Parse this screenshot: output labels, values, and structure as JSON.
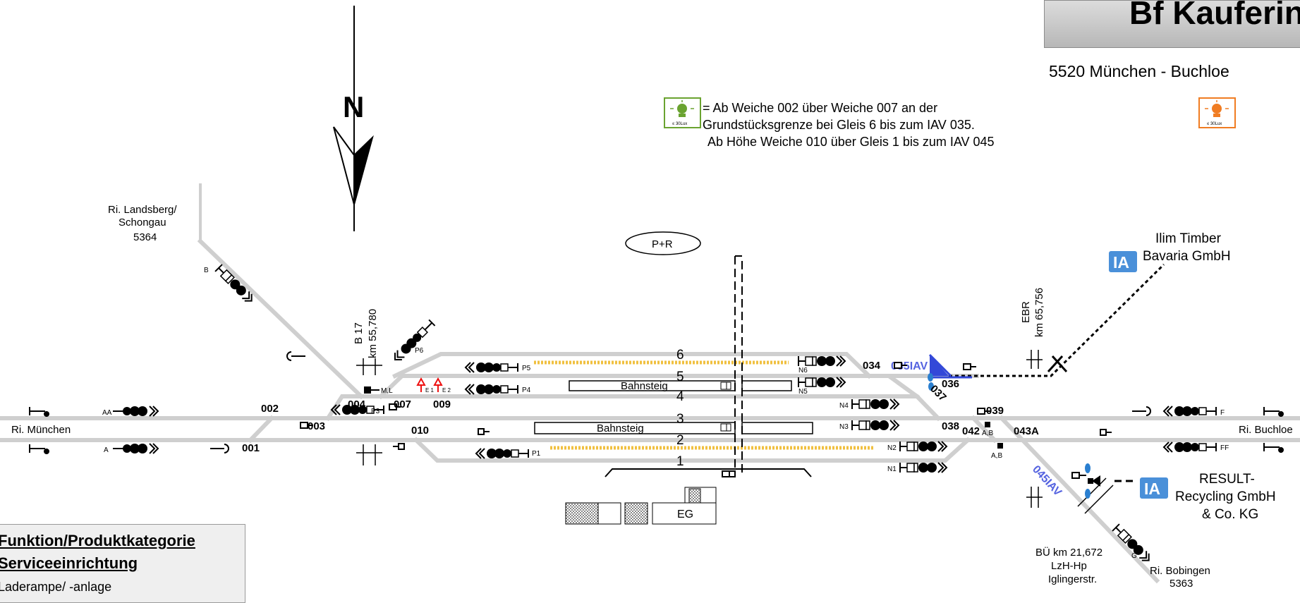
{
  "header": {
    "title": "Bf Kaufering",
    "route": "5520 München - Buchloe"
  },
  "legend": {
    "icon_label": "≤ 30Lux",
    "icon_orange_label": "≤ 30Lux",
    "line1": "= Ab Weiche 002 über Weiche 007 an der",
    "line2": "Grundstücksgrenze bei Gleis 6 bis zum IAV 035.",
    "line3": "Ab Höhe Weiche 010 über Gleis 1 bis zum IAV 045",
    "green_color": "#6aa330",
    "orange_color": "#f07c22"
  },
  "compass": {
    "label": "N"
  },
  "directions": {
    "muenchen": "Ri. München",
    "buchloe": "Ri. Buchloe",
    "landsberg": [
      "Ri. Landsberg/",
      "Schongau",
      "5364"
    ],
    "bobingen": [
      "Ri. Bobingen",
      "5363"
    ]
  },
  "parking": "P+R",
  "road": {
    "name": "B 17",
    "km": "km 55,780"
  },
  "ebr": {
    "name": "EBR",
    "km": "km 65,756"
  },
  "level_crossing": [
    "BÜ km 21,672",
    "LzH-Hp",
    "Iglingerstr."
  ],
  "sidings": {
    "ilim": {
      "badge": "IA",
      "name": [
        "Ilim Timber",
        "Bavaria GmbH"
      ]
    },
    "result": {
      "badge": "IA",
      "name": [
        "RESULT-",
        "Recycling GmbH",
        "& Co. KG"
      ]
    },
    "badge_color": "#4a90d9"
  },
  "tracks": [
    "1",
    "2",
    "3",
    "4",
    "5",
    "6"
  ],
  "switches": [
    "001",
    "002",
    "003",
    "004",
    "007",
    "009",
    "010",
    "034",
    "036",
    "037",
    "038",
    "039",
    "042",
    "043A"
  ],
  "iav": {
    "i035": "035IAV",
    "i045": "045IAV",
    "color": "#5563e0"
  },
  "signals": {
    "A": "A",
    "AA": "AA",
    "B": "B",
    "F": "F",
    "FF": "FF",
    "G": "G",
    "P1": "P1",
    "P3": "P3",
    "P4": "P4",
    "P5": "P5",
    "P6": "P6",
    "N1": "N1",
    "N2": "N2",
    "N3": "N3",
    "N4": "N4",
    "N5": "N5",
    "N6": "N6",
    "ML": "M,L",
    "AB1": "A,B",
    "AB2": "A,B",
    "E1": "E 1",
    "E2": "E 2"
  },
  "platforms": {
    "upper": "Bahnsteig",
    "lower": "Bahnsteig",
    "platform_color": "#f0c040"
  },
  "buildings": {
    "eg": "EG"
  },
  "function_box": {
    "line1": "Funktion/Produktkategorie",
    "line2": "Serviceeinrichtung",
    "line3": "Laderampe/ -anlage"
  }
}
